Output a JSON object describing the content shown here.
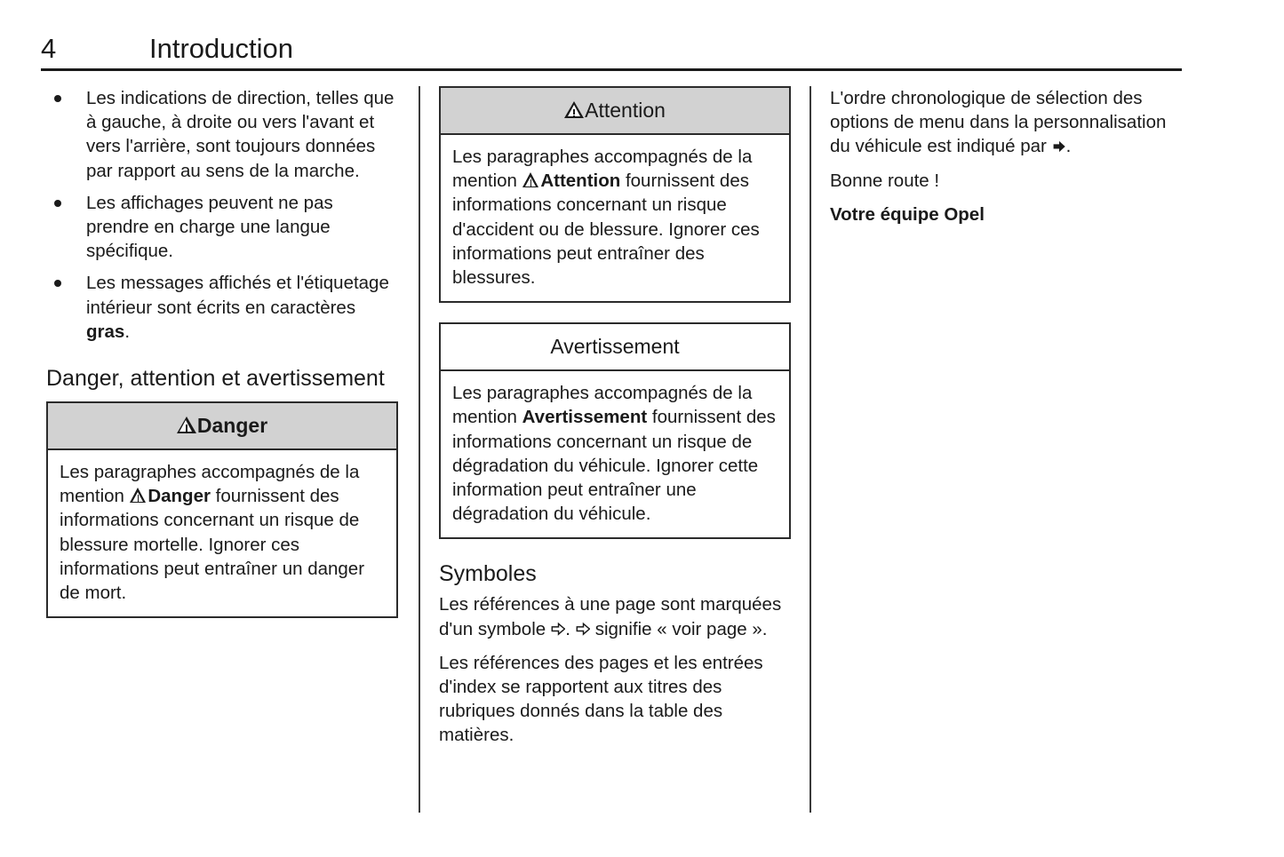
{
  "header": {
    "page_number": "4",
    "title": "Introduction"
  },
  "column_1": {
    "bullets": [
      {
        "text_before_bold": "Les indications de direction, telles que à gauche, à droite ou vers l'avant et vers l'arrière, sont toujours données par rapport au sens de la marche.",
        "bold": "",
        "text_after_bold": ""
      },
      {
        "text_before_bold": "Les affichages peuvent ne pas prendre en charge une langue spécifique.",
        "bold": "",
        "text_after_bold": ""
      },
      {
        "text_before_bold": "Les messages affichés et l'étiquetage intérieur sont écrits en caractères ",
        "bold": "gras",
        "text_after_bold": "."
      }
    ],
    "heading": "Danger, attention et avertissement",
    "danger_box": {
      "title": "Danger",
      "body_before": "Les paragraphes accompagnés de la mention ",
      "body_bold": "Danger",
      "body_after": " fournissent des informations concernant un risque de blessure mortelle. Ignorer ces informations peut entraîner un danger de mort."
    }
  },
  "column_2": {
    "attention_box": {
      "title": "Attention",
      "body_before": "Les paragraphes accompagnés de la mention ",
      "body_bold": "Attention",
      "body_after": " fournissent des informations concernant un risque d'accident ou de blessure. Ignorer ces informations peut entraîner des blessures."
    },
    "avertissement_box": {
      "title": "Avertissement",
      "body_before": "Les paragraphes accompagnés de la mention ",
      "body_bold": "Avertissement",
      "body_after": " fournissent des informations concernant un risque de dégradation du véhicule. Ignorer cette information peut entraîner une dégradation du véhicule."
    },
    "symboles": {
      "heading": "Symboles",
      "para1_a": "Les références à une page sont marquées d'un symbole ",
      "para1_b": ". ",
      "para1_c": " signifie « voir page ».",
      "para2": "Les références des pages et les entrées d'index se rapportent aux titres des rubriques donnés dans la table des matières."
    }
  },
  "column_3": {
    "para1_a": "L'ordre chronologique de sélection des options de menu dans la personnalisation du véhicule est indiqué par ",
    "para1_b": ".",
    "para2": "Bonne route !",
    "para3": "Votre équipe Opel"
  },
  "icons": {
    "warning_triangle": "warning-triangle-icon",
    "hollow_arrow": "hollow-right-arrow-icon",
    "filled_arrow": "filled-right-arrow-icon",
    "bullet": "bullet-dot-icon"
  },
  "colors": {
    "text": "#1a1a1a",
    "box_border": "#2b2b2b",
    "box_header_shaded": "#d2d2d2",
    "page_background": "#ffffff"
  }
}
